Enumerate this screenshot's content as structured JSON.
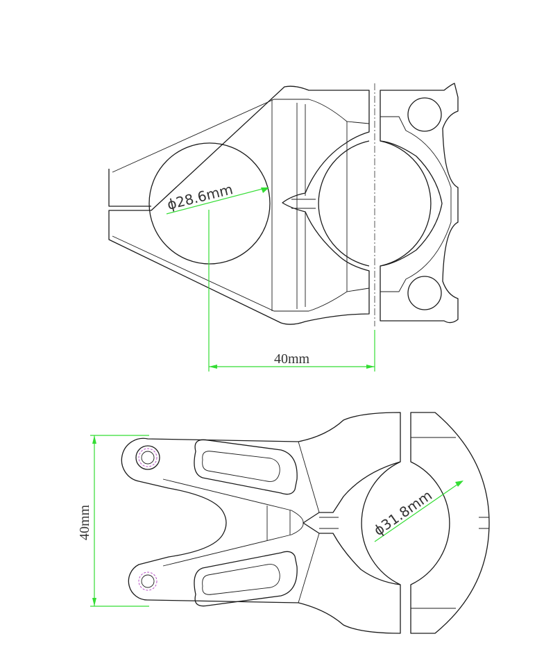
{
  "drawing": {
    "top_view": {
      "bar_clamp_diameter_label": "ϕ28.6mm",
      "length_label": "40mm"
    },
    "side_view": {
      "bar_clamp_diameter_label": "ϕ31.8mm",
      "height_label": "40mm"
    },
    "colors": {
      "dimension": "#33dd33",
      "outline": "#1a1a1a",
      "bolt_thread": "#b040c0"
    }
  }
}
